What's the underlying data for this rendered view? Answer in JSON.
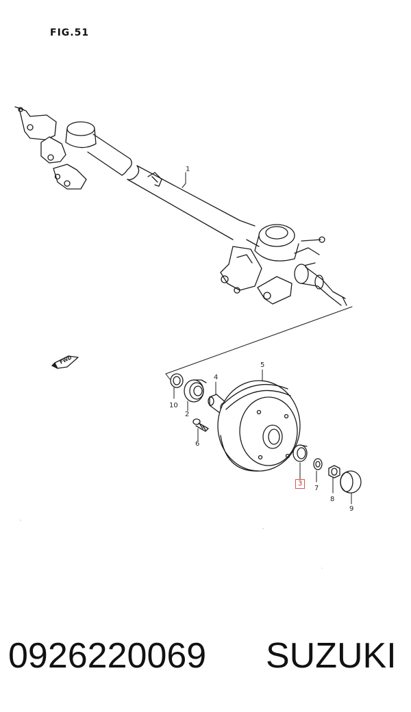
{
  "figure": {
    "label": "FIG.51"
  },
  "callouts": [
    {
      "id": "1",
      "text": "1"
    },
    {
      "id": "2",
      "text": "2"
    },
    {
      "id": "3",
      "text": "3"
    },
    {
      "id": "4",
      "text": "4"
    },
    {
      "id": "5",
      "text": "5"
    },
    {
      "id": "6",
      "text": "6"
    },
    {
      "id": "7",
      "text": "7"
    },
    {
      "id": "8",
      "text": "8"
    },
    {
      "id": "9",
      "text": "9"
    },
    {
      "id": "10",
      "text": "10"
    }
  ],
  "direction_arrow": {
    "text": "FWD"
  },
  "highlight_color": "#d9534f",
  "product": {
    "part_number": "0926220069",
    "brand": "SUZUKI"
  }
}
